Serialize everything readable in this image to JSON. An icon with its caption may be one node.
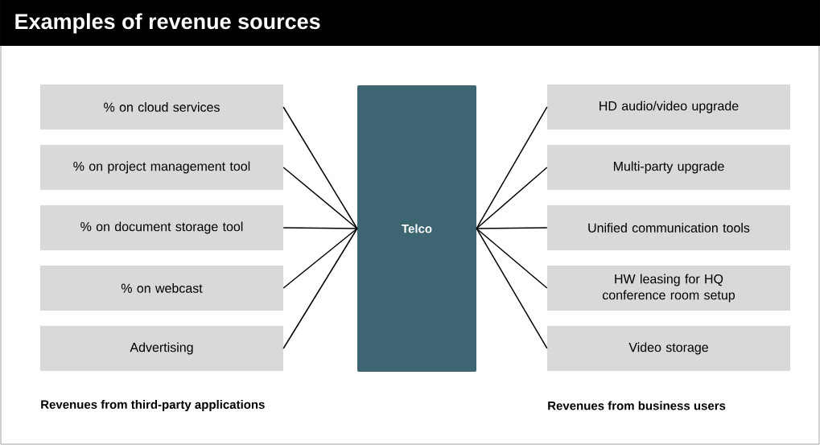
{
  "diagram": {
    "title": "Examples of revenue sources",
    "nodes": [
      {
        "text": [
          "% on cloud services"
        ]
      },
      {
        "text": [
          "% on project management tool"
        ]
      },
      {
        "text": [
          "% on document storage tool"
        ]
      },
      {
        "text": [
          "% on webcast"
        ]
      },
      {
        "text": [
          "Advertising"
        ]
      },
      {
        "text": [
          "Telco"
        ]
      },
      {
        "text": [
          "HD audio/video upgrade"
        ]
      },
      {
        "text": [
          "Multi-party upgrade"
        ]
      },
      {
        "text": [
          "Unified communication tools"
        ]
      },
      {
        "text": [
          "HW leasing for HQ conference room setup"
        ]
      },
      {
        "text": [
          "Video storage"
        ]
      }
    ],
    "edges": [
      {
        "from": 0,
        "to": 5,
        "arrow": "none"
      },
      {
        "from": 1,
        "to": 5,
        "arrow": "none"
      },
      {
        "from": 2,
        "to": 5,
        "arrow": "none"
      },
      {
        "from": 3,
        "to": 5,
        "arrow": "none"
      },
      {
        "from": 4,
        "to": 5,
        "arrow": "none"
      },
      {
        "from": 5,
        "to": 6,
        "arrow": "none"
      },
      {
        "from": 5,
        "to": 7,
        "arrow": "none"
      },
      {
        "from": 5,
        "to": 8,
        "arrow": "none"
      },
      {
        "from": 5,
        "to": 9,
        "arrow": "none"
      },
      {
        "from": 5,
        "to": 10,
        "arrow": "none"
      }
    ],
    "labels": [
      "Revenues from third-party applications",
      "Revenues from business users"
    ]
  }
}
